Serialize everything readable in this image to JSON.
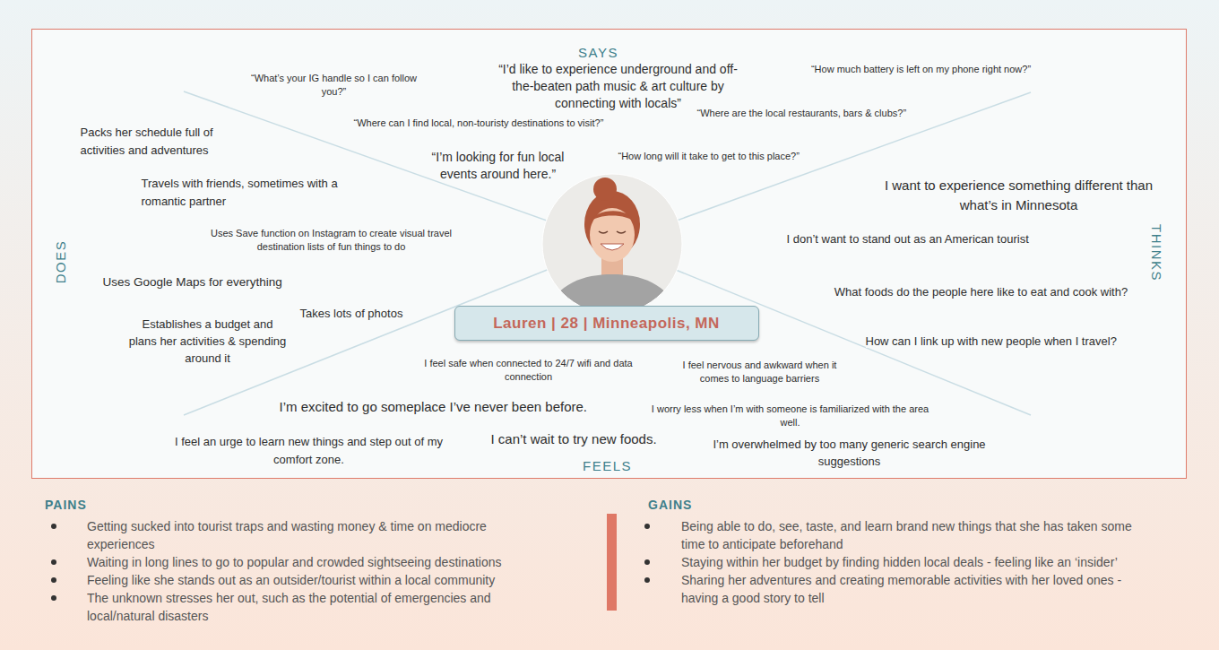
{
  "diagram": {
    "nodes": [
      {
        "text": [
          "SAYS",
          "“What’s your IG handle so I can follow you?”",
          "“I’d like to experience underground and off-the-beaten path music & art culture by connecting with locals”",
          "“How much battery is left on my phone right now?”",
          "“Where can I find local, non-touristy destinations to visit?”",
          "“Where are the local restaurants, bars & clubs?”",
          "“I’m looking for fun local events around here.”",
          "“How long will it take to get to this place?”",
          "THINKS",
          "I want to experience something different than what’s in Minnesota",
          "I don’t want to stand out as an American tourist",
          "What foods do the people here like to eat and cook with?",
          "How can I link up with new people when I travel?",
          "DOES",
          "Packs her schedule full of activities and adventures",
          "Travels with friends, sometimes with a romantic partner",
          "Uses Save function on Instagram to create visual travel destination lists of fun things to do",
          "Uses Google Maps for everything",
          "Establishes a budget and plans her activities & spending around it",
          "Takes lots of photos",
          "I feel safe when connected to 24/7 wifi and data connection",
          "I feel nervous and awkward when it comes to language barriers",
          "I’m excited to go someplace I’ve never been before.",
          "I worry less when I’m with someone is familiarized with the area well.",
          "I feel an urge to learn new things and step out of my comfort zone.",
          "I can’t wait to try new foods.",
          "I’m overwhelmed by too many generic search engine suggestions",
          "FEELS"
        ]
      },
      {
        "text": [
          "Lauren | 28 | Minneapolis, MN"
        ],
        "in": 0
      }
    ],
    "labels": [
      "PAINS",
      "Getting sucked into tourist traps and wasting money & time on mediocre experiences",
      "Waiting in long lines to go to popular and crowded sightseeing destinations",
      "Feeling like she stands out as an outsider/tourist within a local community",
      "The unknown stresses her out, such as the potential of emergencies and local/natural disasters",
      "GAINS",
      "Being able to do, see, taste, and learn brand new things that she has taken some time to anticipate beforehand",
      "Staying within her budget by finding hidden local deals - feeling like an ‘insider’",
      "Sharing her adventures and creating memorable activities with her loved ones - having a good story to tell"
    ]
  }
}
